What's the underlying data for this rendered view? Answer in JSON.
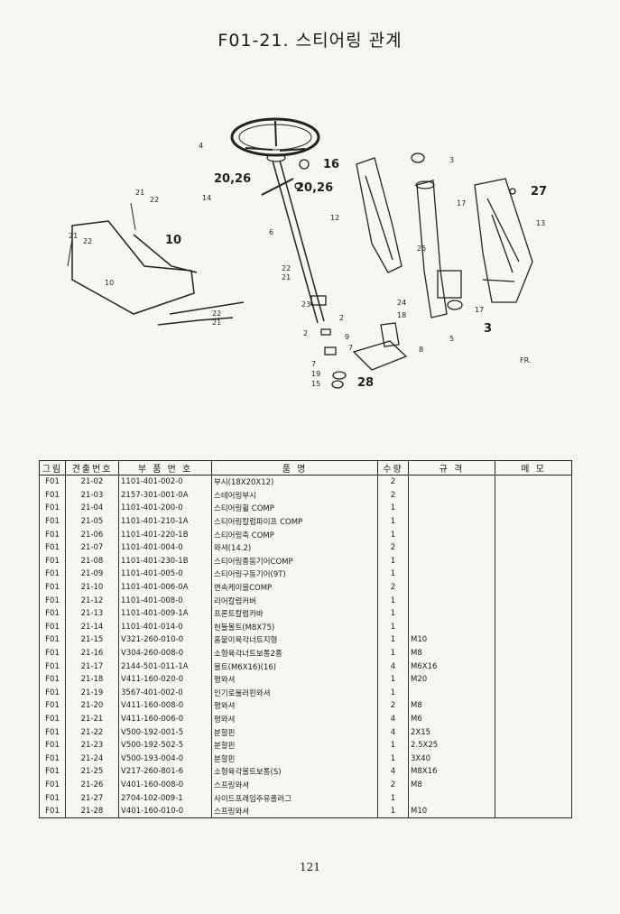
{
  "title": "F01-21. 스티어링 관계",
  "page_number": "121",
  "diagram": {
    "callouts": [
      "4",
      "16",
      "20,26",
      "20,26",
      "14",
      "21",
      "22",
      "21",
      "22",
      "10",
      "10",
      "6",
      "3",
      "12",
      "17",
      "27",
      "13",
      "25",
      "22",
      "21",
      "22",
      "21",
      "23",
      "2",
      "24",
      "18",
      "2",
      "9",
      "7",
      "8",
      "5",
      "3",
      "17",
      "7",
      "19",
      "15",
      "28"
    ]
  },
  "table": {
    "headers": [
      "그림",
      "견출번호",
      "부 품 번 호",
      "품 명",
      "수량",
      "규 격",
      "메 모"
    ],
    "rows": [
      [
        "F01",
        "21-02",
        "1101-401-002-0",
        "부시(18X20X12)",
        "2",
        "",
        ""
      ],
      [
        "F01",
        "21-03",
        "2157-301-001-0A",
        "스테어링부시",
        "2",
        "",
        ""
      ],
      [
        "F01",
        "21-04",
        "1101-401-200-0",
        "스티어링휠 COMP",
        "1",
        "",
        ""
      ],
      [
        "F01",
        "21-05",
        "1101-401-210-1A",
        "스티어링칼럼파이프 COMP",
        "1",
        "",
        ""
      ],
      [
        "F01",
        "21-06",
        "1101-401-220-1B",
        "스티어링축 COMP",
        "1",
        "",
        ""
      ],
      [
        "F01",
        "21-07",
        "1101-401-004-0",
        "와셔(14.2)",
        "2",
        "",
        ""
      ],
      [
        "F01",
        "21-08",
        "1101-401-230-1B",
        "스티어링종동기어COMP",
        "1",
        "",
        ""
      ],
      [
        "F01",
        "21-09",
        "1101-401-005-0",
        "스티어링구동기어(9T)",
        "1",
        "",
        ""
      ],
      [
        "F01",
        "21-10",
        "1101-401-006-0A",
        "변속케이블COMP",
        "2",
        "",
        ""
      ],
      [
        "F01",
        "21-12",
        "1101-401-008-0",
        "리어칼럼커버",
        "1",
        "",
        ""
      ],
      [
        "F01",
        "21-13",
        "1101-401-009-1A",
        "프론트칼럼카바",
        "1",
        "",
        ""
      ],
      [
        "F01",
        "21-14",
        "1101-401-014-0",
        "헌들볼트(M8X75)",
        "1",
        "",
        ""
      ],
      [
        "F01",
        "21-15",
        "V321-260-010-0",
        "홈붙이육각너트지형",
        "1",
        "M10",
        ""
      ],
      [
        "F01",
        "21-16",
        "V304-260-008-0",
        "소형육각너트보통2종",
        "1",
        "M8",
        ""
      ],
      [
        "F01",
        "21-17",
        "2144-501-011-1A",
        "볼트(M6X16)(16)",
        "4",
        "M6X16",
        ""
      ],
      [
        "F01",
        "21-18",
        "V411-160-020-0",
        "평와셔",
        "1",
        "M20",
        ""
      ],
      [
        "F01",
        "21-19",
        "3567-401-002-0",
        "인기로울러핀와셔",
        "1",
        "",
        ""
      ],
      [
        "F01",
        "21-20",
        "V411-160-008-0",
        "평와셔",
        "2",
        "M8",
        ""
      ],
      [
        "F01",
        "21-21",
        "V411-160-006-0",
        "평와셔",
        "4",
        "M6",
        ""
      ],
      [
        "F01",
        "21-22",
        "V500-192-001-5",
        "분할핀",
        "4",
        "2X15",
        ""
      ],
      [
        "F01",
        "21-23",
        "V500-192-502-5",
        "분할핀",
        "1",
        "2.5X25",
        ""
      ],
      [
        "F01",
        "21-24",
        "V500-193-004-0",
        "분할핀",
        "1",
        "3X40",
        ""
      ],
      [
        "F01",
        "21-25",
        "V217-260-801-6",
        "소형육각볼트보통(S)",
        "4",
        "M8X16",
        ""
      ],
      [
        "F01",
        "21-26",
        "V401-160-008-0",
        "스프링와셔",
        "2",
        "M8",
        ""
      ],
      [
        "F01",
        "21-27",
        "2704-102-009-1",
        "사이드프레임주유플러그",
        "1",
        "",
        ""
      ],
      [
        "F01",
        "21-28",
        "V401-160-010-0",
        "스프링와셔",
        "1",
        "M10",
        ""
      ]
    ]
  }
}
